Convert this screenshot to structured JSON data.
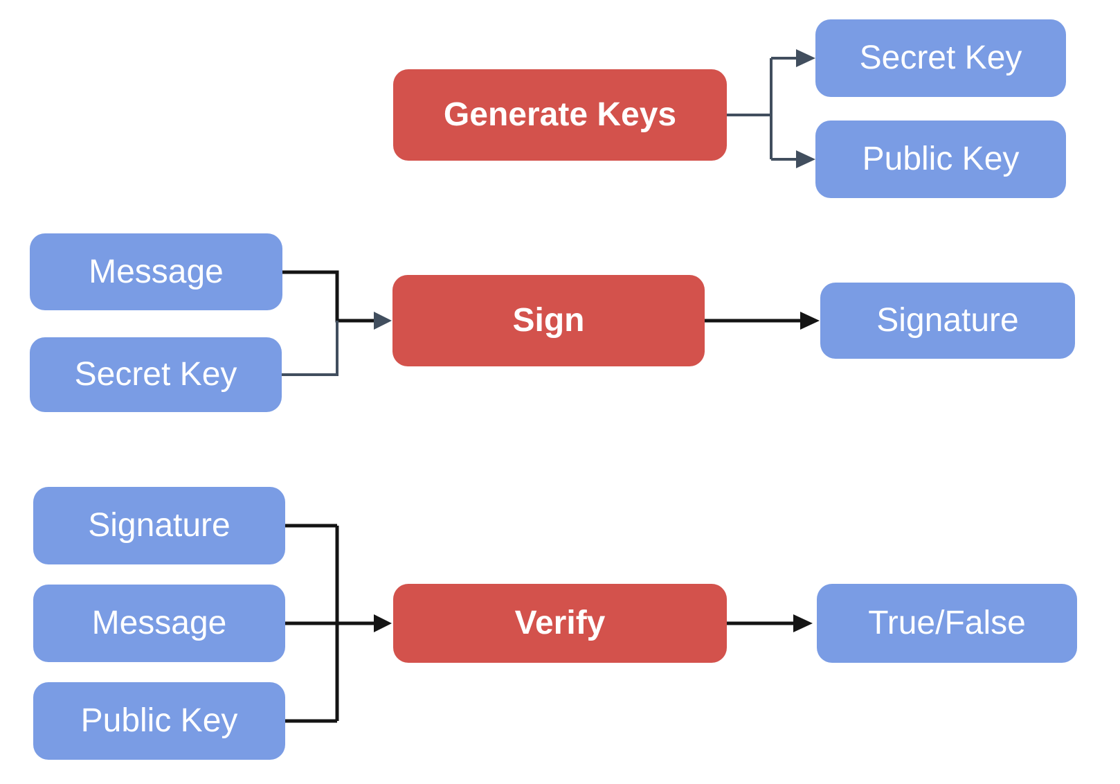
{
  "colors": {
    "process_fill": "#D3524C",
    "data_fill": "#7A9CE4",
    "label_text": "#FFFFFF",
    "connector_slate": "#414E5E",
    "connector_black": "#141414",
    "canvas_bg": "#FFFFFF"
  },
  "nodes": {
    "generate_keys": "Generate Keys",
    "secret_key_output": "Secret Key",
    "public_key_output": "Public Key",
    "sign_message_input": "Message",
    "sign_secret_key_input": "Secret Key",
    "sign": "Sign",
    "signature_output": "Signature",
    "verify_signature_input": "Signature",
    "verify_message_input": "Message",
    "verify_public_key_input": "Public Key",
    "verify": "Verify",
    "true_false_output": "True/False"
  },
  "edges": [
    {
      "from": "Generate Keys",
      "to": "Secret Key"
    },
    {
      "from": "Generate Keys",
      "to": "Public Key"
    },
    {
      "from": "Message",
      "to": "Sign"
    },
    {
      "from": "Secret Key",
      "to": "Sign"
    },
    {
      "from": "Sign",
      "to": "Signature"
    },
    {
      "from": "Signature",
      "to": "Verify"
    },
    {
      "from": "Message",
      "to": "Verify"
    },
    {
      "from": "Public Key",
      "to": "Verify"
    },
    {
      "from": "Verify",
      "to": "True/False"
    }
  ]
}
